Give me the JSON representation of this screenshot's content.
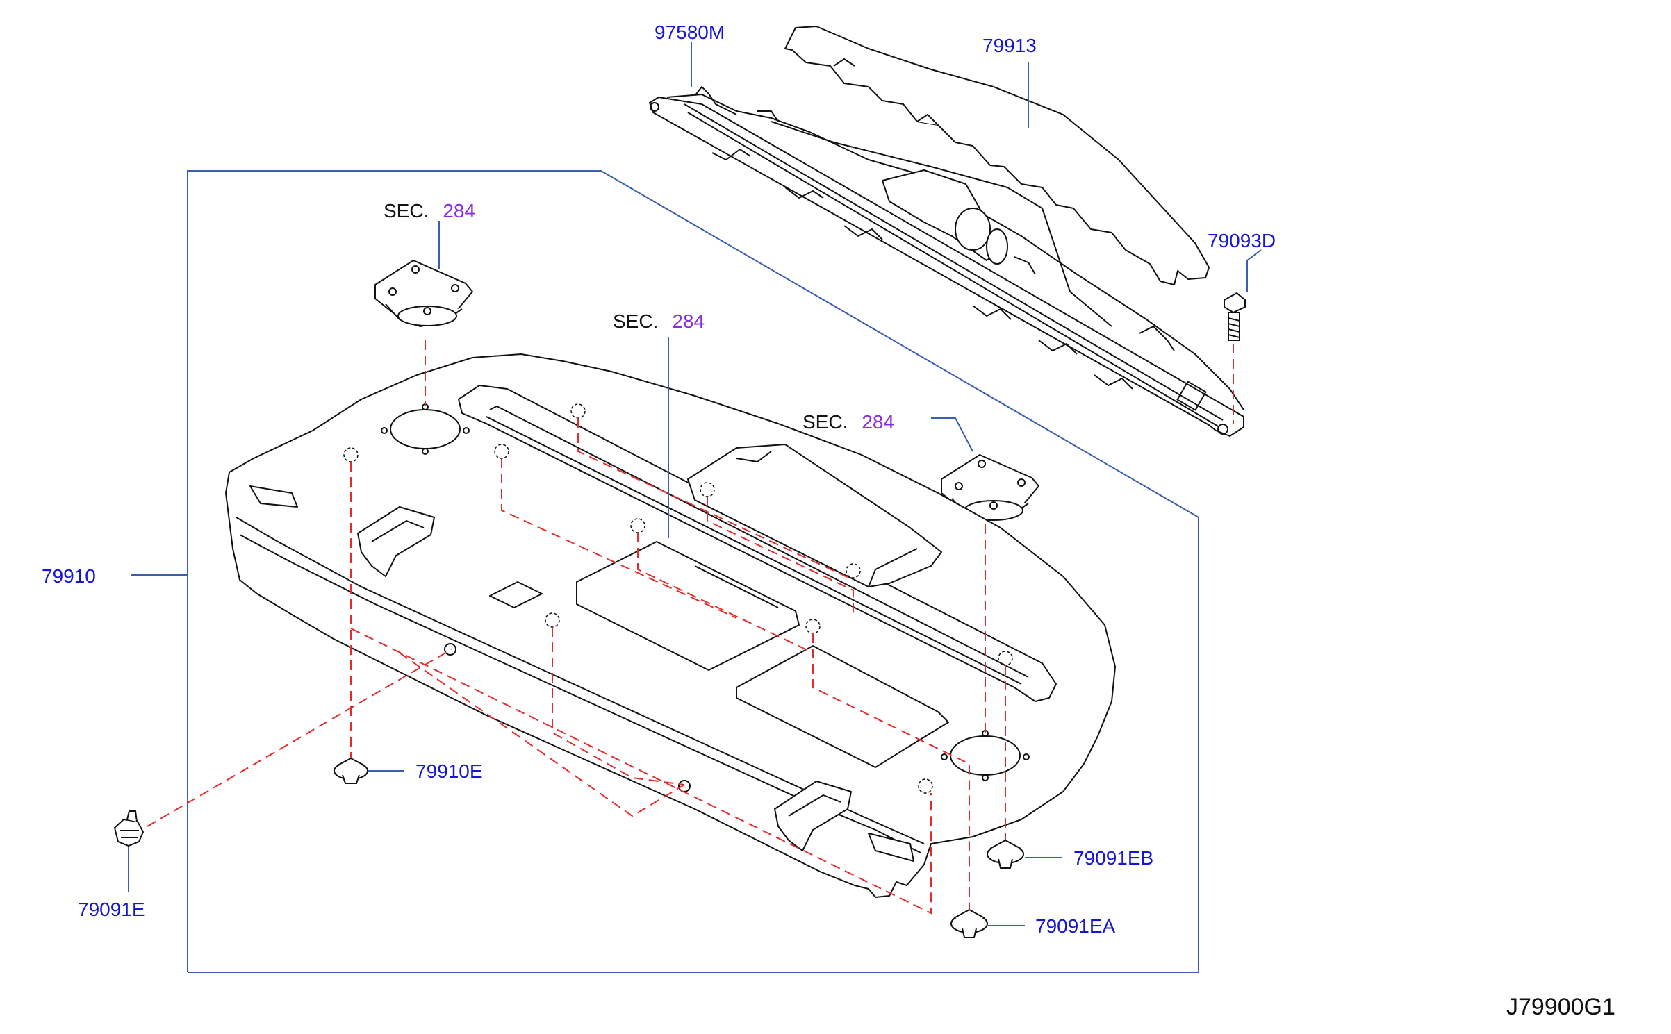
{
  "diagram": {
    "callouts": [
      {
        "id": "97580M",
        "text": "97580M"
      },
      {
        "id": "79913",
        "text": "79913"
      },
      {
        "id": "79093D",
        "text": "79093D"
      },
      {
        "id": "79910",
        "text": "79910"
      },
      {
        "id": "79910E",
        "text": "79910E"
      },
      {
        "id": "79091E",
        "text": "79091E"
      },
      {
        "id": "79091EB",
        "text": "79091EB"
      },
      {
        "id": "79091EA",
        "text": "79091EA"
      }
    ],
    "section_refs": [
      {
        "prefix": "SEC.",
        "number": "284"
      },
      {
        "prefix": "SEC.",
        "number": "284"
      },
      {
        "prefix": "SEC.",
        "number": "284"
      }
    ],
    "drawing_code": "J79900G1"
  },
  "colors": {
    "line": "#111111",
    "leader": "#3a5fb0",
    "dash": "#e52b2b",
    "part_number": "#1515d6",
    "section_number": "#8a2be2"
  }
}
